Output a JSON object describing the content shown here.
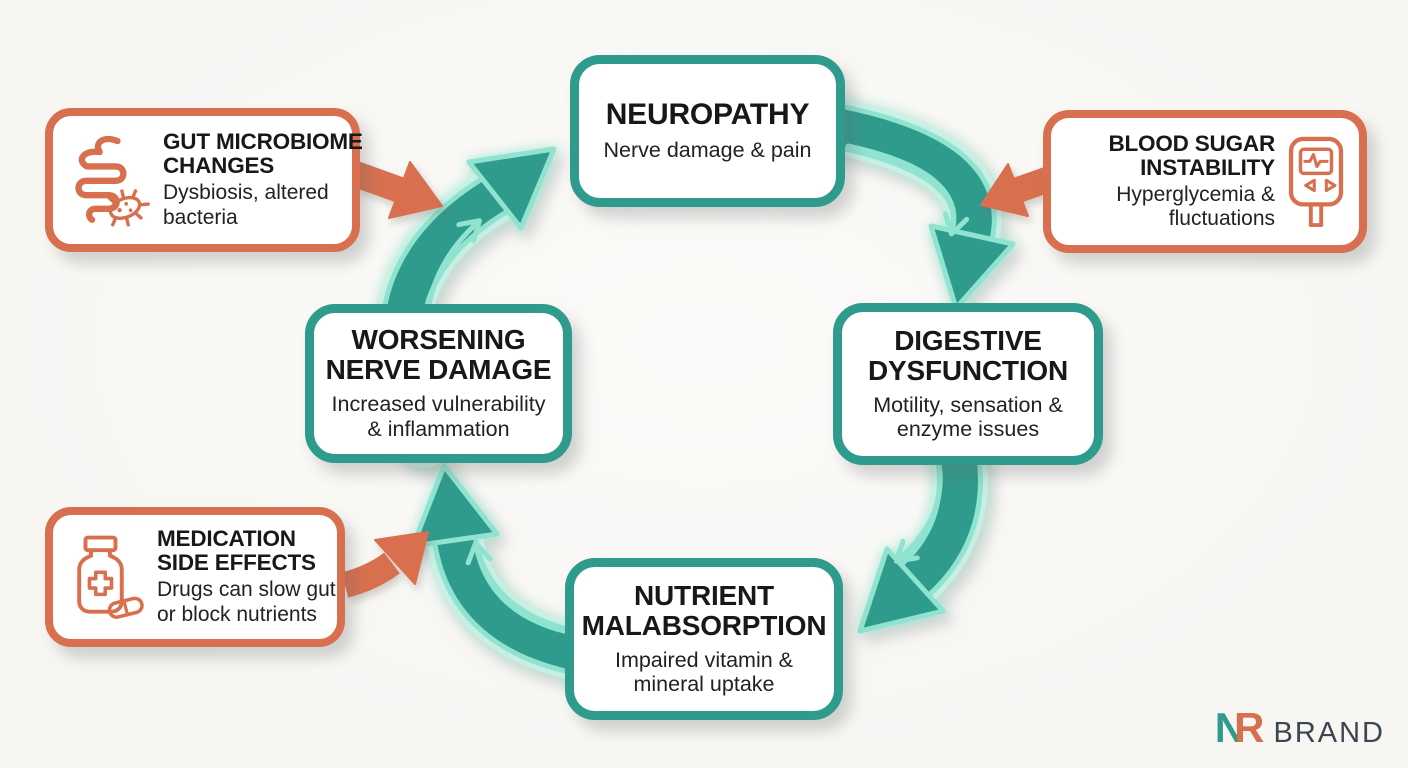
{
  "theme": {
    "background": "#f7f6f3",
    "teal": "#2f9b8d",
    "mint": "#8fe3cf",
    "mint_glow": "#c9f1e6",
    "orange": "#d8704f",
    "text_dark": "#181818",
    "text_sub": "#222222",
    "logo_gray": "#3c4650",
    "white": "#ffffff"
  },
  "boxes": {
    "neuropathy": {
      "title1": "NEUROPATHY",
      "sub1": "Nerve damage & pain"
    },
    "digestive": {
      "title1": "DIGESTIVE",
      "title2": "DYSFUNCTION",
      "sub1": "Motility, sensation &",
      "sub2": "enzyme issues"
    },
    "nutrient": {
      "title1": "NUTRIENT",
      "title2": "MALABSORPTION",
      "sub1": "Impaired vitamin &",
      "sub2": "mineral uptake"
    },
    "worsening": {
      "title1": "WORSENING",
      "title2": "NERVE DAMAGE",
      "sub1": "Increased vulnerability",
      "sub2": "& inflammation"
    },
    "gut": {
      "title1": "GUT MICROBIOME",
      "title2": "CHANGES",
      "sub1": "Dysbiosis, altered",
      "sub2": "bacteria",
      "icon": "intestines-bacteria-icon"
    },
    "bloodsugar": {
      "title1": "BLOOD SUGAR",
      "title2": "INSTABILITY",
      "sub1": "Hyperglycemia &",
      "sub2": "fluctuations",
      "icon": "glucose-meter-icon"
    },
    "medication": {
      "title1": "MEDICATION",
      "title2": "SIDE EFFECTS",
      "sub1": "Drugs can slow gut",
      "sub2": "or block nutrients",
      "icon": "pill-bottle-icon"
    }
  },
  "cycle_sequence": [
    "NEUROPATHY",
    "DIGESTIVE DYSFUNCTION",
    "NUTRIENT MALABSORPTION",
    "WORSENING NERVE DAMAGE"
  ],
  "external_inputs": [
    "GUT MICROBIOME CHANGES",
    "BLOOD SUGAR INSTABILITY",
    "MEDICATION SIDE EFFECTS"
  ],
  "logo": {
    "letter_n": "N",
    "letter_r": "R",
    "text": "BRAND"
  }
}
